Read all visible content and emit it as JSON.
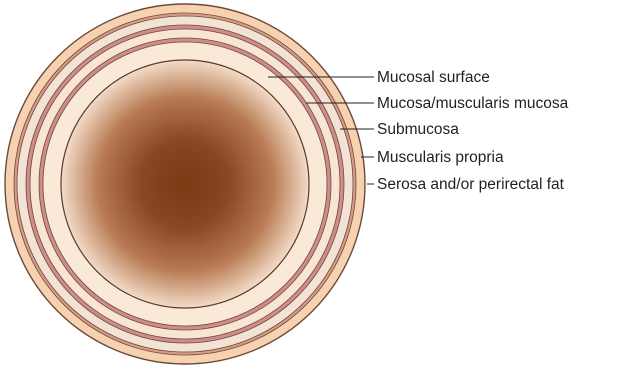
{
  "diagram": {
    "labels": {
      "mucosal_surface": "Mucosal surface",
      "mucosa_muscularis_mucosa": "Mucosa/muscularis mucosa",
      "submucosa": "Submucosa",
      "muscularis_propria": "Muscularis propria",
      "serosa_perirectal_fat": "Serosa and/or perirectal fat"
    },
    "colors": {
      "lumen_center": "#7a3a12",
      "lumen_mid": "#b06e43",
      "lumen_edge": "#f1d6c0",
      "serosa_fat": "#f6d2b0",
      "muscularis_propria": "#f3e3d4",
      "submucosa": "#f8e6d2",
      "muscularis_mucosa": "#cf8c8a",
      "mucosa": "#fbe9d8",
      "outline": "#6b4a3c",
      "label_text": "#231f20"
    }
  }
}
